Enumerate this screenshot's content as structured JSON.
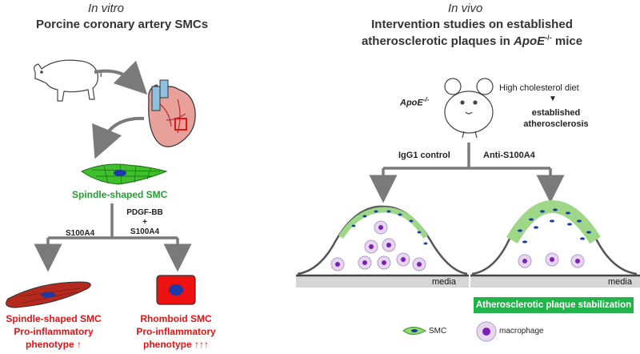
{
  "left": {
    "heading_italic": "In vitro",
    "heading_bold": "Porcine coronary artery SMCs",
    "spindle_label": "Spindle-shaped SMC",
    "branch_left": "S100A4",
    "branch_right_line1": "PDGF-BB",
    "branch_right_line2": "+",
    "branch_right_line3": "S100A4",
    "result_left": [
      "Spindle-shaped SMC",
      "Pro-inflammatory",
      "phenotype ↑"
    ],
    "result_right": [
      "Rhomboid SMC",
      "Pro-inflammatory",
      "phenotype ↑↑↑"
    ]
  },
  "right": {
    "heading_italic": "In vivo",
    "heading_line1": "Intervention studies on established",
    "heading_line2_pre": "atherosclerotic plaques in ",
    "heading_line2_italic": "ApoE",
    "heading_line2_sup": "-/-",
    "heading_line2_post": " mice",
    "mouse_label": "ApoE",
    "mouse_label_sup": "-/-",
    "diet": "High cholesterol diet",
    "diet_arrow": "▼",
    "established_line1": "established",
    "established_line2": "atherosclerosis",
    "branch_left": "IgG1 control",
    "branch_right": "Anti-S100A4",
    "media_left": "media",
    "media_right": "media",
    "banner": "Atherosclerotic plaque stabilization",
    "legend_smc": "SMC",
    "legend_macrophage": "macrophage"
  },
  "colors": {
    "smc_green": "#8fdc6a",
    "nucleus_blue": "#1c3aa8",
    "macrophage": "#e7d6ef",
    "macrophage_nucleus": "#7a22b8",
    "rhomboid_red": "#ee1111",
    "arrow_gray": "#7a7a7a",
    "banner_green": "#22b34a"
  }
}
